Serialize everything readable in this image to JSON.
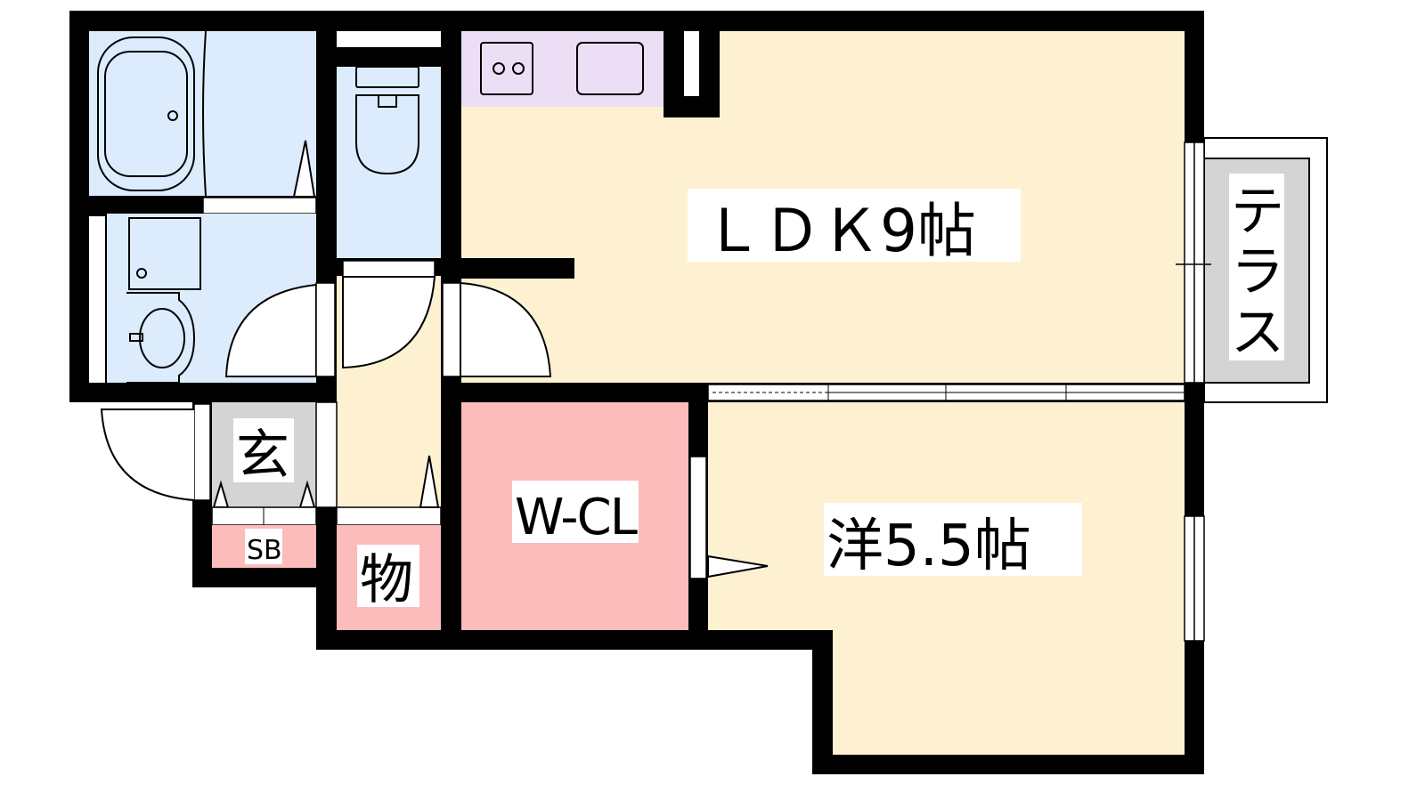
{
  "rooms": {
    "ldk": "ＬＤＫ9帖",
    "western": "洋5.5帖",
    "walk_in_closet": "W-CL",
    "entrance": "玄",
    "shoe_box": "SB",
    "storage": "物",
    "terrace": "テラス"
  },
  "colors": {
    "wet_area": "#dcecfd",
    "kitchen": "#ecdff5",
    "living": "#fdf1d2",
    "closet": "#fcbcbc",
    "entrance": "#d4d4d4",
    "wall": "#000000"
  }
}
